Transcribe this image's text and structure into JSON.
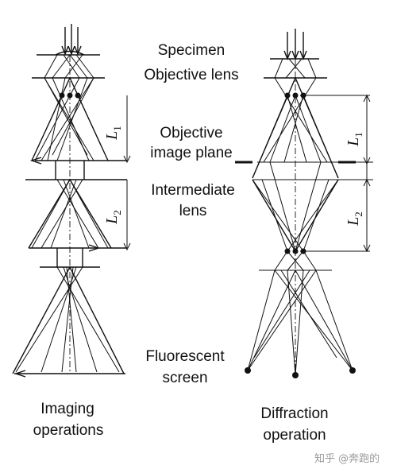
{
  "labels": {
    "specimen": "Specimen",
    "objective_lens": "Objective lens",
    "objective_image_plane_line1": "Objective",
    "objective_image_plane_line2": "image plane",
    "intermediate_lens_line1": "Intermediate",
    "intermediate_lens_line2": "lens",
    "fluorescent_screen_line1": "Fluorescent",
    "fluorescent_screen_line2": "screen",
    "imaging_line1": "Imaging",
    "imaging_line2": "operations",
    "diffraction_line1": "Diffraction",
    "diffraction_line2": "operation"
  },
  "distances": {
    "l1_symbol": "L",
    "l1_sub": "1",
    "l2_symbol": "L",
    "l2_sub": "2"
  },
  "watermark": "知乎 @奔跑的"
}
